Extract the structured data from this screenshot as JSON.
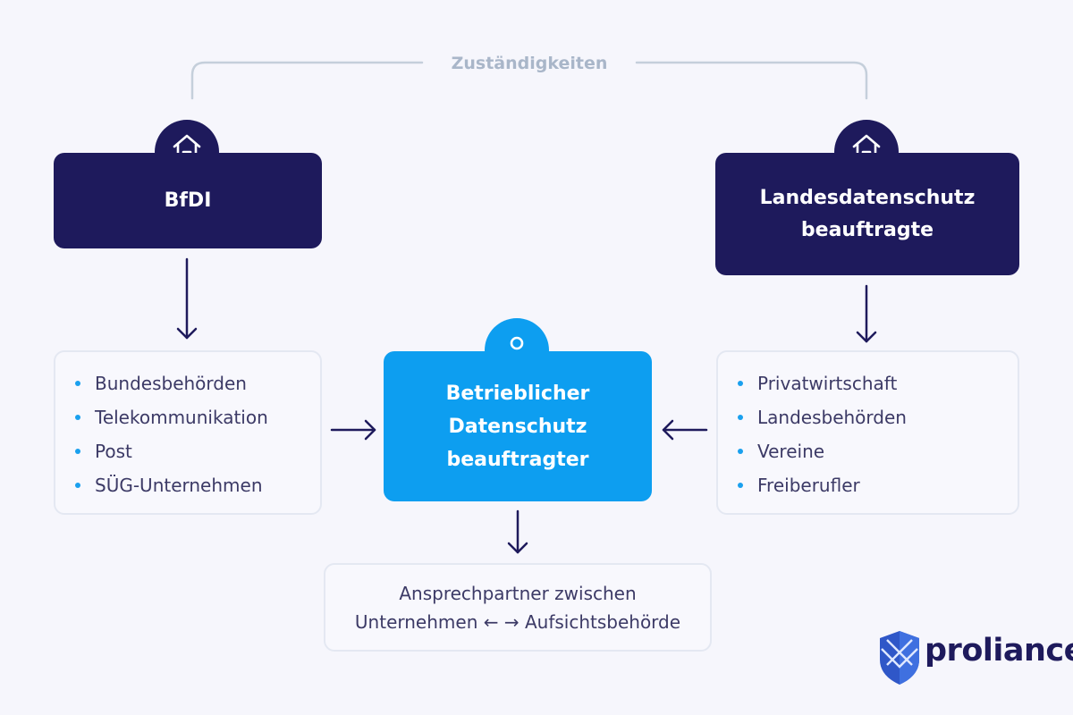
{
  "header": {
    "label": "Zuständigkeiten"
  },
  "bfdi": {
    "title": "BfDI",
    "icon": "home-icon",
    "items": [
      "Bundesbehörden",
      "Telekommunikation",
      "Post",
      "SÜG-Unternehmen"
    ]
  },
  "lfd": {
    "title_line1": "Landesdatenschutz",
    "title_line2": "beauftragte",
    "icon": "home-icon",
    "items": [
      "Privatwirtschaft",
      "Landesbehörden",
      "Vereine",
      "Freiberufler"
    ]
  },
  "dsb": {
    "line1": "Betrieblicher",
    "line2": "Datenschutz",
    "line3": "beauftragter",
    "icon": "person-icon"
  },
  "contact": {
    "line1": "Ansprechpartner zwischen",
    "line2": "Unternehmen ← → Aufsichtsbehörde"
  },
  "logo": {
    "text": "proliance",
    "icon": "shield-icon"
  },
  "colors": {
    "dark_navy": "#1e1a5c",
    "accent_blue": "#0d9ef0",
    "background": "#f6f6fc",
    "connector_grey": "#c5cfdb",
    "label_grey": "#a9b6c9",
    "box_border": "#e4e8f2"
  }
}
